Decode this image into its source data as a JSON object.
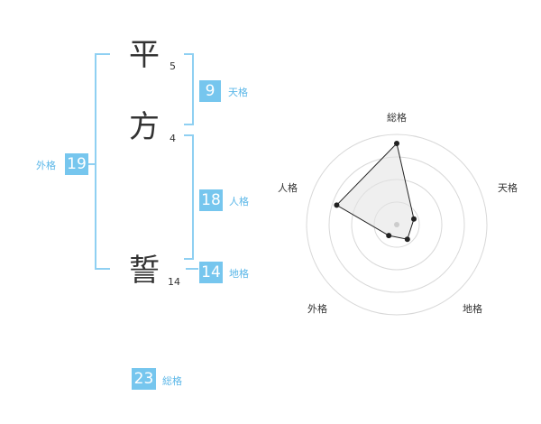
{
  "name": {
    "chars": [
      {
        "kanji": "平",
        "strokes": "5"
      },
      {
        "kanji": "方",
        "strokes": "4"
      },
      {
        "kanji": "誓",
        "strokes": "14"
      }
    ]
  },
  "kakusu": {
    "tenkaku": {
      "value": "9",
      "label": "天格"
    },
    "jinkaku": {
      "value": "18",
      "label": "人格"
    },
    "chikaku": {
      "value": "14",
      "label": "地格"
    },
    "gaikaku": {
      "value": "19",
      "label": "外格"
    },
    "soukaku": {
      "value": "23",
      "label": "総格"
    }
  },
  "colors": {
    "accent": "#76c6ee",
    "bracket": "#8fd0f2",
    "text": "#333333"
  },
  "chart_data": {
    "type": "radar",
    "axes": [
      "総格",
      "天格",
      "地格",
      "外格",
      "人格"
    ],
    "values": [
      0.9,
      0.2,
      0.2,
      0.15,
      0.7
    ],
    "rings": 4
  }
}
